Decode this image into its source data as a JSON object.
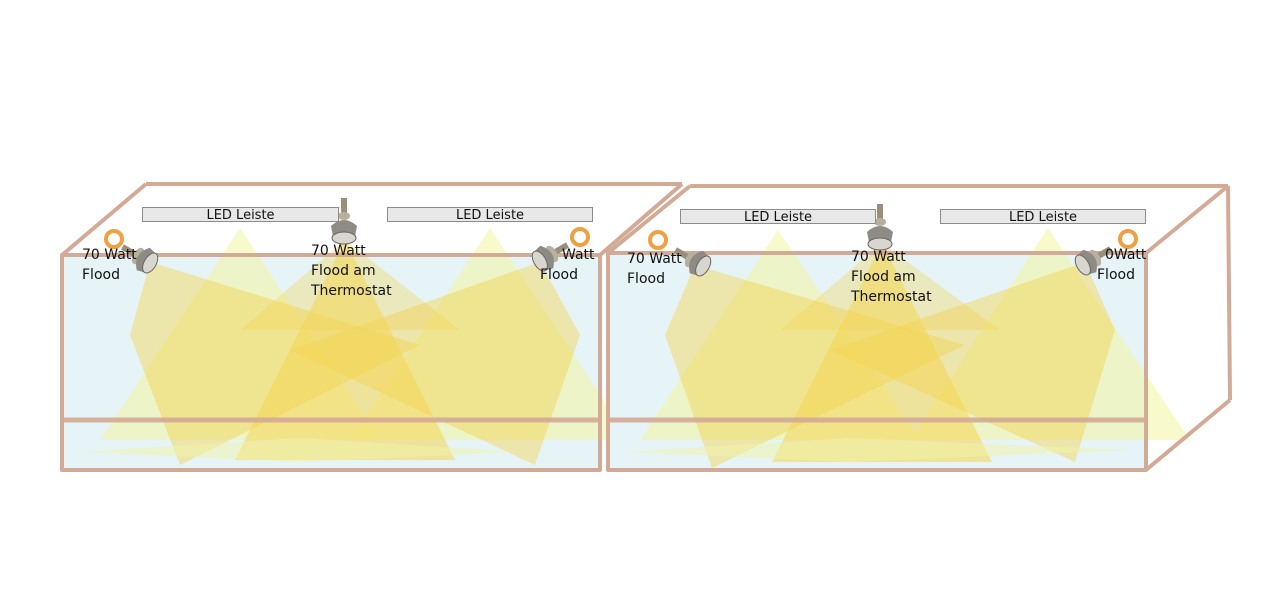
{
  "colors": {
    "frame": "#d3aa96",
    "water": "#e6f4f8",
    "light_deep": "#f7cf33",
    "light_pale": "#f4f59a",
    "ring": "#f0a040",
    "led_bar": "#e8e8e8"
  },
  "tanks": [
    {
      "led_left": "LED Leiste",
      "led_right": "LED Leiste",
      "lamp_left": [
        "70 Watt",
        "Flood"
      ],
      "lamp_center": [
        "70 Watt",
        "Flood am",
        "Thermostat"
      ],
      "lamp_right": [
        "Watt",
        "Flood"
      ]
    },
    {
      "led_left": "LED Leiste",
      "led_right": "LED Leiste",
      "lamp_left": [
        "70 Watt",
        "Flood"
      ],
      "lamp_center": [
        "70 Watt",
        "Flood am",
        "Thermostat"
      ],
      "lamp_right": [
        "0Watt",
        "Flood"
      ]
    }
  ]
}
